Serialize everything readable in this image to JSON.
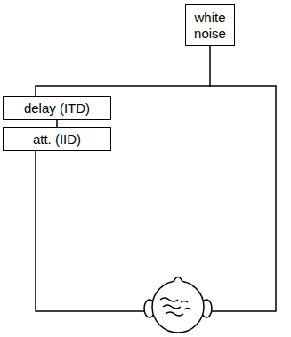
{
  "diagram": {
    "nodes": [
      {
        "text": [
          "white noise"
        ]
      },
      {
        "text": [
          "delay (ITD)"
        ]
      },
      {
        "text": [
          "att. (IID)"
        ]
      }
    ],
    "edges": [
      {
        "from": 0,
        "to": 1,
        "arrow": "none"
      },
      {
        "from": 1,
        "to": 2,
        "arrow": "none"
      }
    ]
  }
}
